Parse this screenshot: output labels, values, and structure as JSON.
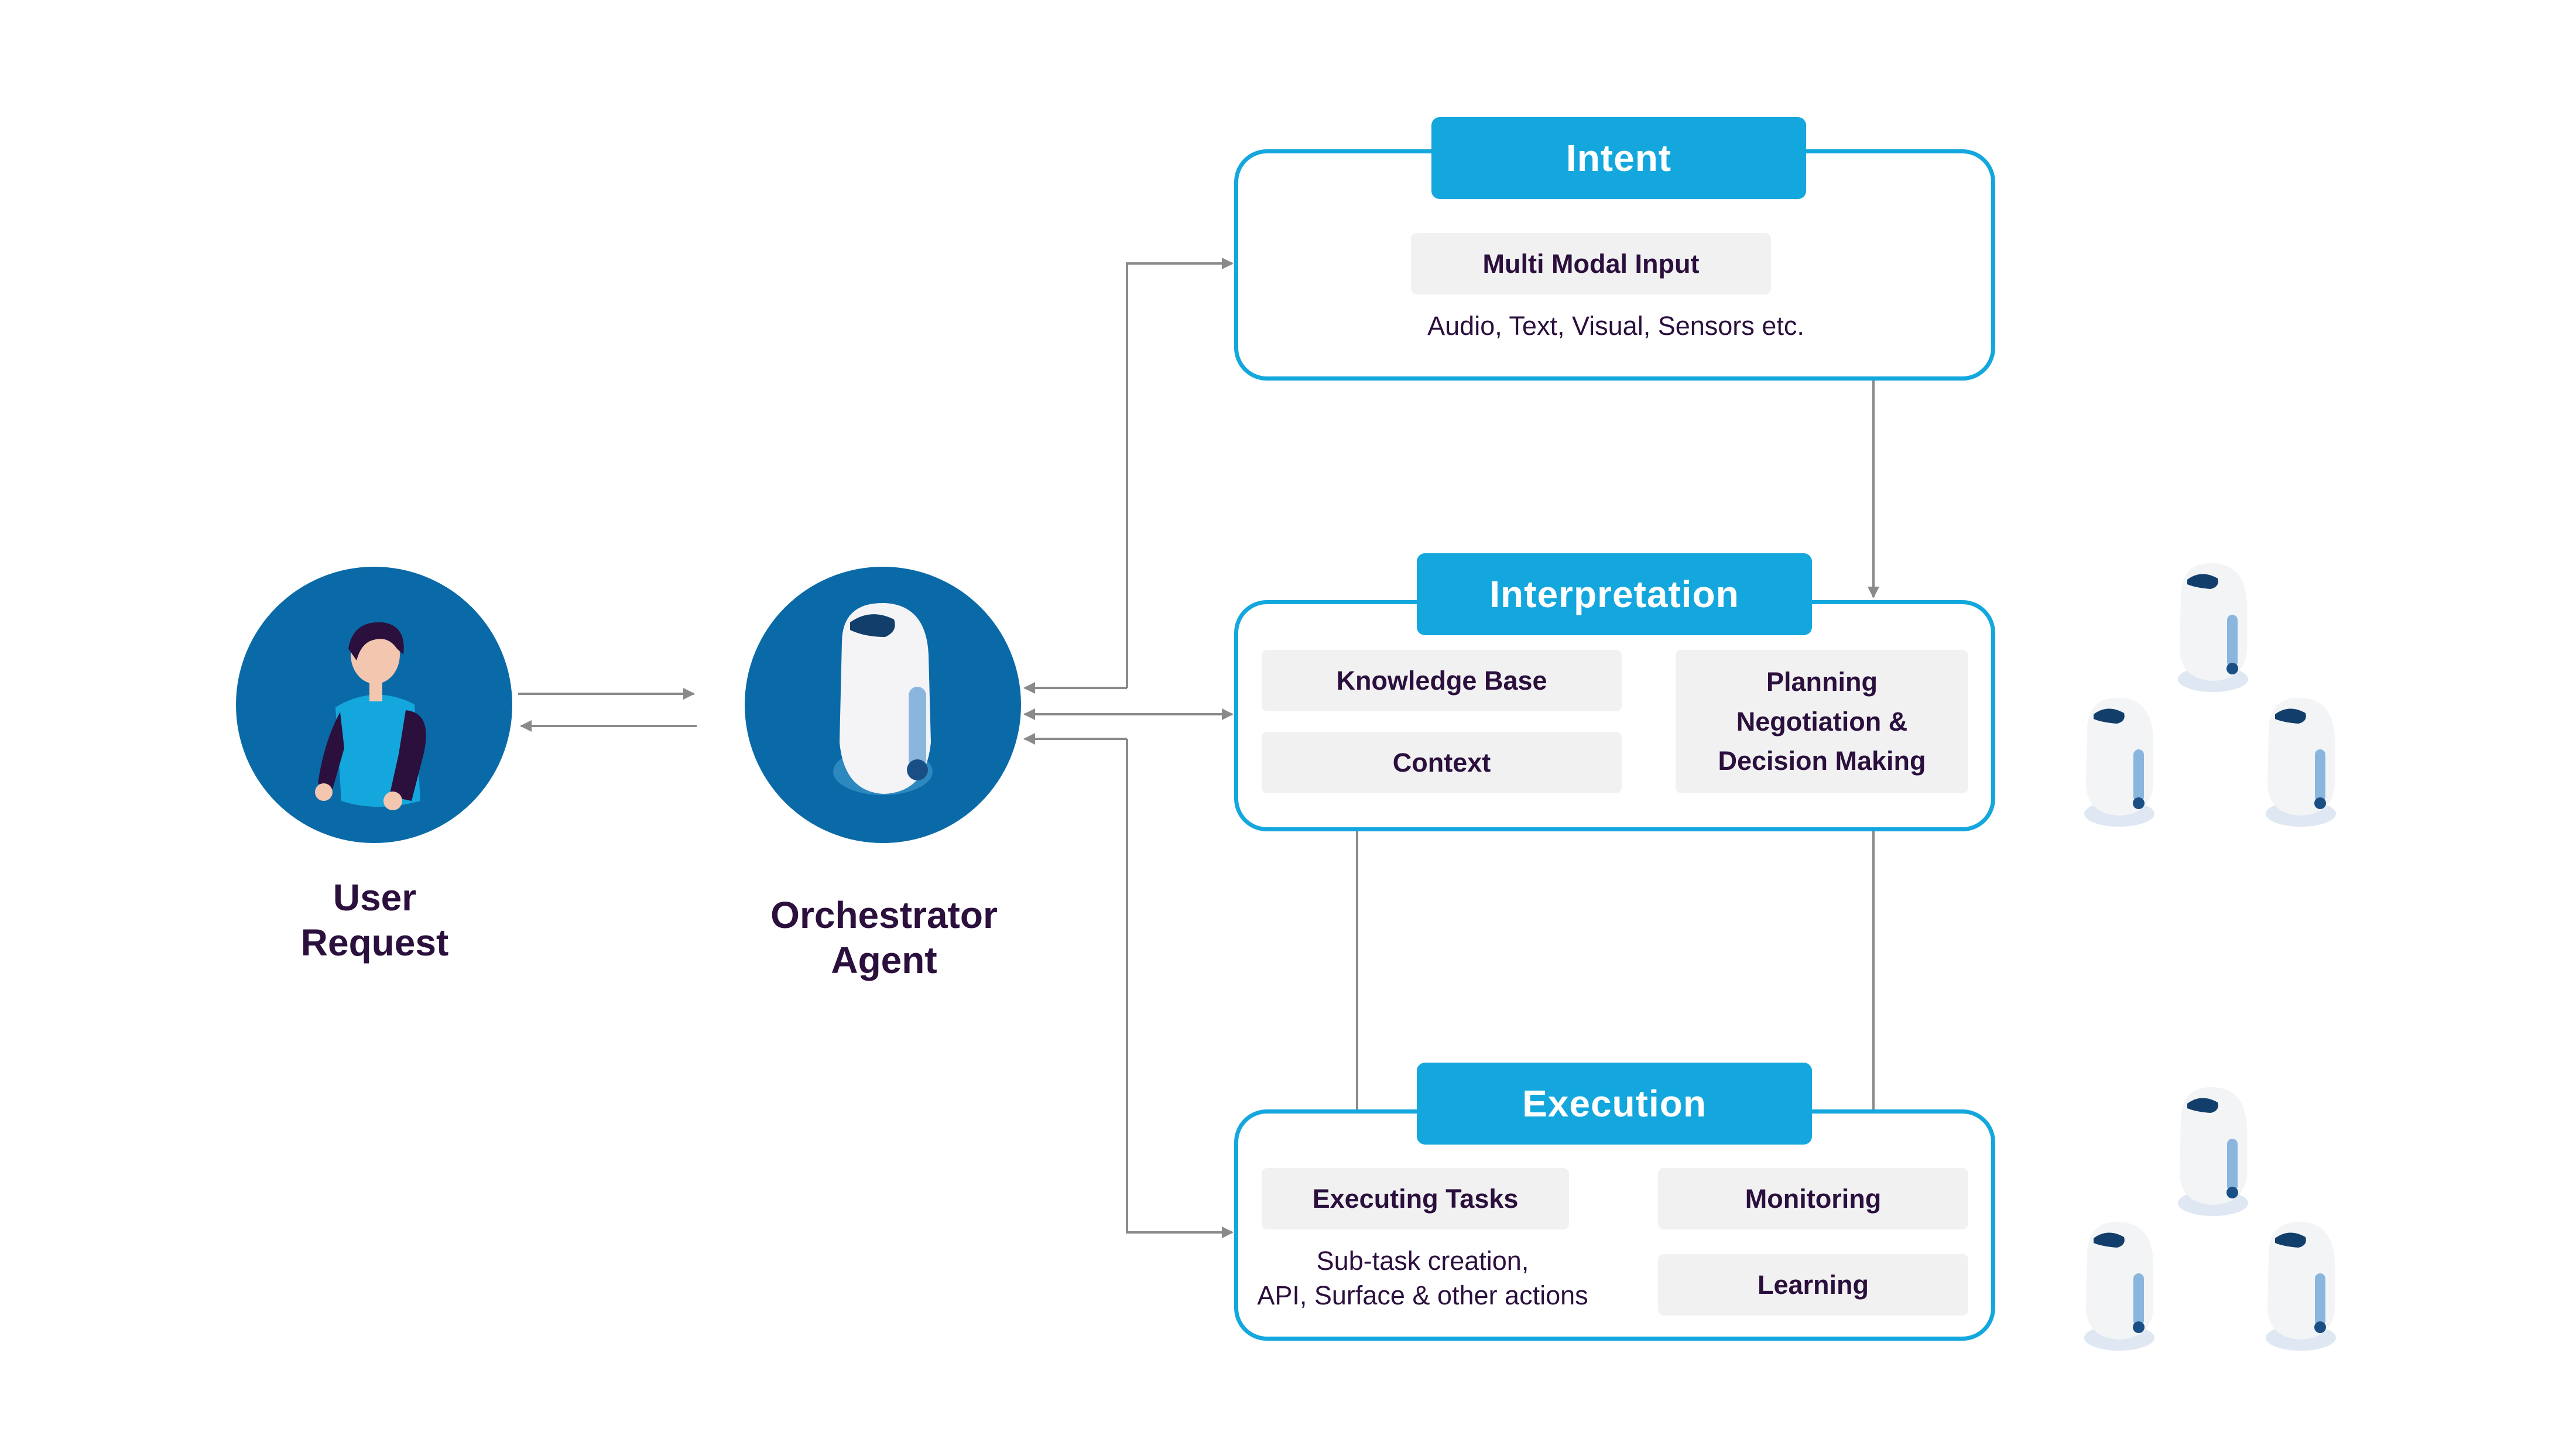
{
  "user": {
    "label": "User\nRequest"
  },
  "orchestrator": {
    "label": "Orchestrator\nAgent"
  },
  "intent": {
    "title": "Intent",
    "input_chip": "Multi Modal Input",
    "input_caption": "Audio, Text, Visual, Sensors etc."
  },
  "interpretation": {
    "title": "Interpretation",
    "knowledge_base": "Knowledge Base",
    "context": "Context",
    "planning": "Planning\nNegotiation &\nDecision Making"
  },
  "execution": {
    "title": "Execution",
    "executing_tasks": "Executing Tasks",
    "executing_caption": "Sub-task creation,\nAPI, Surface & other actions",
    "monitoring": "Monitoring",
    "learning": "Learning"
  },
  "colors": {
    "accent": "#14a7dd",
    "node_circle": "#0a6aa8",
    "chip_bg": "#f1f1f2",
    "text": "#2b0f3d",
    "arrow": "#8a8a8a"
  }
}
